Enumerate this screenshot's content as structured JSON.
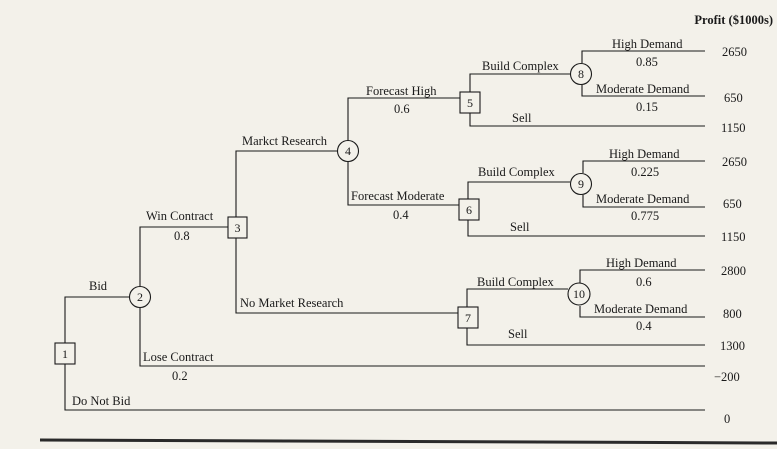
{
  "header": {
    "title": "Profit ($1000s)"
  },
  "nodes": {
    "n1": "1",
    "n2": "2",
    "n3": "3",
    "n4": "4",
    "n5": "5",
    "n6": "6",
    "n7": "7",
    "n8": "8",
    "n9": "9",
    "n10": "10"
  },
  "branches": {
    "bid": "Bid",
    "do_not_bid": "Do Not Bid",
    "win_contract": "Win Contract",
    "win_prob": "0.8",
    "lose_contract": "Lose Contract",
    "lose_prob": "0.2",
    "market_research": "Markct Research",
    "no_market_research": "No Market Research",
    "forecast_high": "Forecast High",
    "forecast_high_prob": "0.6",
    "forecast_moderate": "Forecast Moderate",
    "forecast_moderate_prob": "0.4",
    "n5_build": "Build Complex",
    "n5_sell": "Sell",
    "n6_build": "Build Complex",
    "n6_sell": "Sell",
    "n7_build": "Build Complex",
    "n7_sell": "Sell",
    "n8_high": "High Demand",
    "n8_high_prob": "0.85",
    "n8_mod": "Moderate Demand",
    "n8_mod_prob": "0.15",
    "n9_high": "High Demand",
    "n9_high_prob": "0.225",
    "n9_mod": "Moderate Demand",
    "n9_mod_prob": "0.775",
    "n10_high": "High Demand",
    "n10_high_prob": "0.6",
    "n10_mod": "Moderate Demand",
    "n10_mod_prob": "0.4"
  },
  "payoffs": {
    "p1": "2650",
    "p2": "650",
    "p3": "1150",
    "p4": "2650",
    "p5": "650",
    "p6": "1150",
    "p7": "2800",
    "p8": "800",
    "p9": "1300",
    "p10": "−200",
    "p11": "0"
  }
}
